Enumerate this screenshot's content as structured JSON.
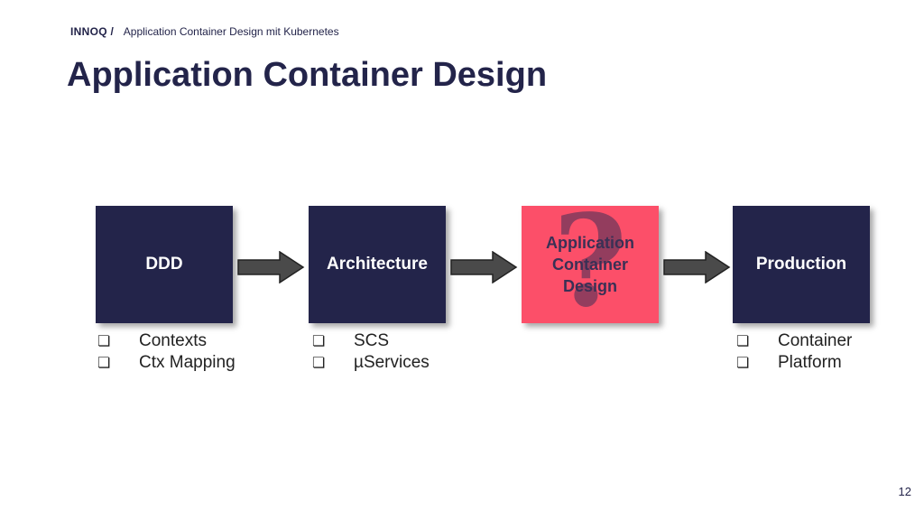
{
  "header": {
    "brand": "INNOQ /",
    "subtitle": "Application Container Design mit Kubernetes"
  },
  "title": "Application Container Design",
  "boxes": [
    {
      "label": "DDD",
      "color": "#23244a"
    },
    {
      "label": "Architecture",
      "color": "#23244a"
    },
    {
      "label": "Application Container Design",
      "color": "#fc4f69",
      "overlay": "?"
    },
    {
      "label": "Production",
      "color": "#23244a"
    }
  ],
  "lists": {
    "ddd": [
      "Contexts",
      "Ctx Mapping"
    ],
    "architecture": [
      "SCS",
      "µServices"
    ],
    "production": [
      "Container",
      "Platform"
    ]
  },
  "checkbox_glyph": "❏",
  "page_number": "12"
}
